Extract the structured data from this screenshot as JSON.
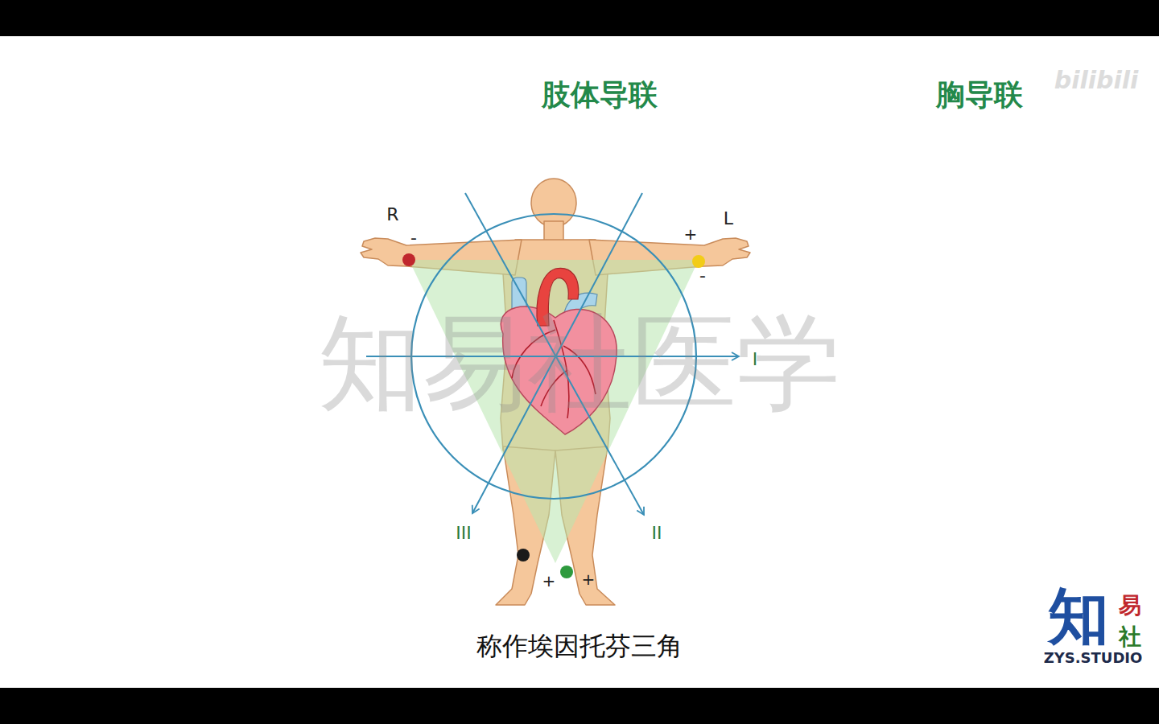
{
  "diagram": {
    "caption": "称作埃因托芬三角",
    "labels": [
      "肢体导联",
      "胸导联",
      "bilibili",
      "R",
      "-",
      "+",
      "L",
      "-",
      "I",
      "II",
      "III",
      "+",
      "+",
      "知易社医学",
      "知",
      "易",
      "社",
      "ZYS.STUDIO"
    ]
  }
}
